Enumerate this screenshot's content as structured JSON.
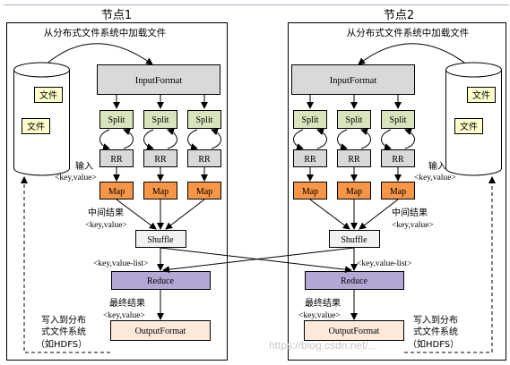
{
  "nodes": [
    {
      "title": "节点1",
      "load_from_dfs": "从分布式文件系统中加载文件",
      "file_labels": [
        "文件",
        "文件"
      ],
      "input_format": "InputFormat",
      "split": "Split",
      "rr": "RR",
      "map": "Map",
      "input_label": "输入",
      "input_kv": "<key,value>",
      "intermediate_label": "中间结果",
      "intermediate_kv": "<key,value>",
      "shuffle": "Shuffle",
      "value_list": "<key,value-list>",
      "reduce": "Reduce",
      "final_label": "最终结果",
      "final_kv": "<key,value>",
      "output_format": "OutputFormat",
      "write_lines": [
        "写入到分布",
        "式文件系统",
        "（如HDFS）"
      ]
    },
    {
      "title": "节点2",
      "load_from_dfs": "从分布式文件系统中加载文件",
      "file_labels": [
        "文件",
        "文件"
      ],
      "input_format": "InputFormat",
      "split": "Split",
      "rr": "RR",
      "map": "Map",
      "input_label": "输入",
      "input_kv": "<key,value>",
      "intermediate_label": "中间结果",
      "intermediate_kv": "<key,value>",
      "shuffle": "Shuffle",
      "value_list": "<key,value-list>",
      "reduce": "Reduce",
      "final_label": "最终结果",
      "final_kv": "<key,value>",
      "output_format": "OutputFormat",
      "write_lines": [
        "写入到分布",
        "式文件系统",
        "（如HDFS）"
      ]
    }
  ],
  "watermark": "https://blog.csdn.net/..."
}
